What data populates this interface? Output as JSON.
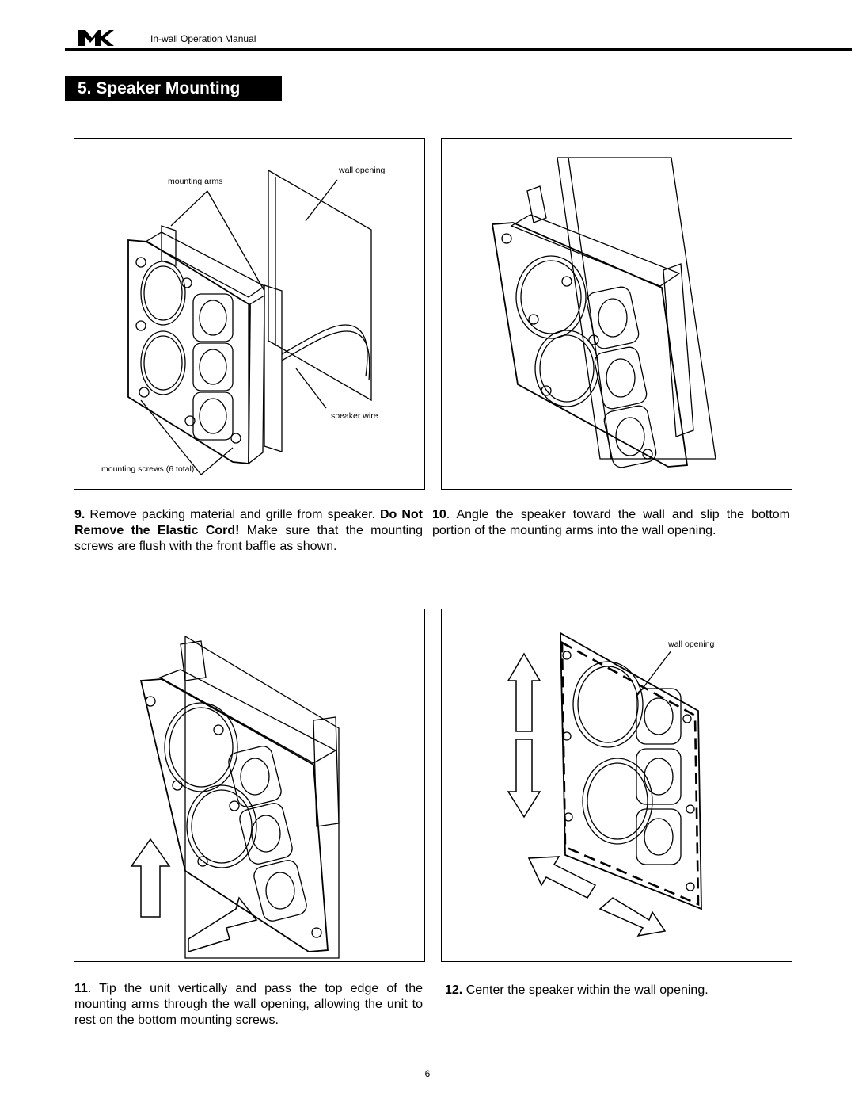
{
  "header": {
    "manual_title": "In-wall Operation Manual"
  },
  "section": {
    "title": "5.  Speaker Mounting"
  },
  "figures": {
    "fig1": {
      "label_wall_opening": "wall opening",
      "label_mounting_arms": "mounting arms",
      "label_speaker_wire": "speaker wire",
      "label_mounting_screws": "mounting screws (6 total)"
    },
    "fig4": {
      "label_wall_opening": "wall opening"
    }
  },
  "steps": {
    "step9": {
      "number": "9.",
      "text_a": " Remove packing material and grille from speaker. ",
      "bold": "Do Not Remove the Elastic Cord!",
      "text_b": " Make sure that the mounting screws are flush with the front baffle as shown."
    },
    "step10": {
      "number": "10",
      "text": ".  Angle the speaker toward the wall and slip the bottom portion of the mounting arms into the wall opening."
    },
    "step11": {
      "number": "11",
      "text": ".  Tip the unit vertically and pass the top edge of the mounting arms through the wall opening, allowing the unit to rest on the bottom mounting screws."
    },
    "step12": {
      "number": "12.",
      "text": "  Center the speaker within the wall opening."
    }
  },
  "footer": {
    "page_number": "6"
  }
}
